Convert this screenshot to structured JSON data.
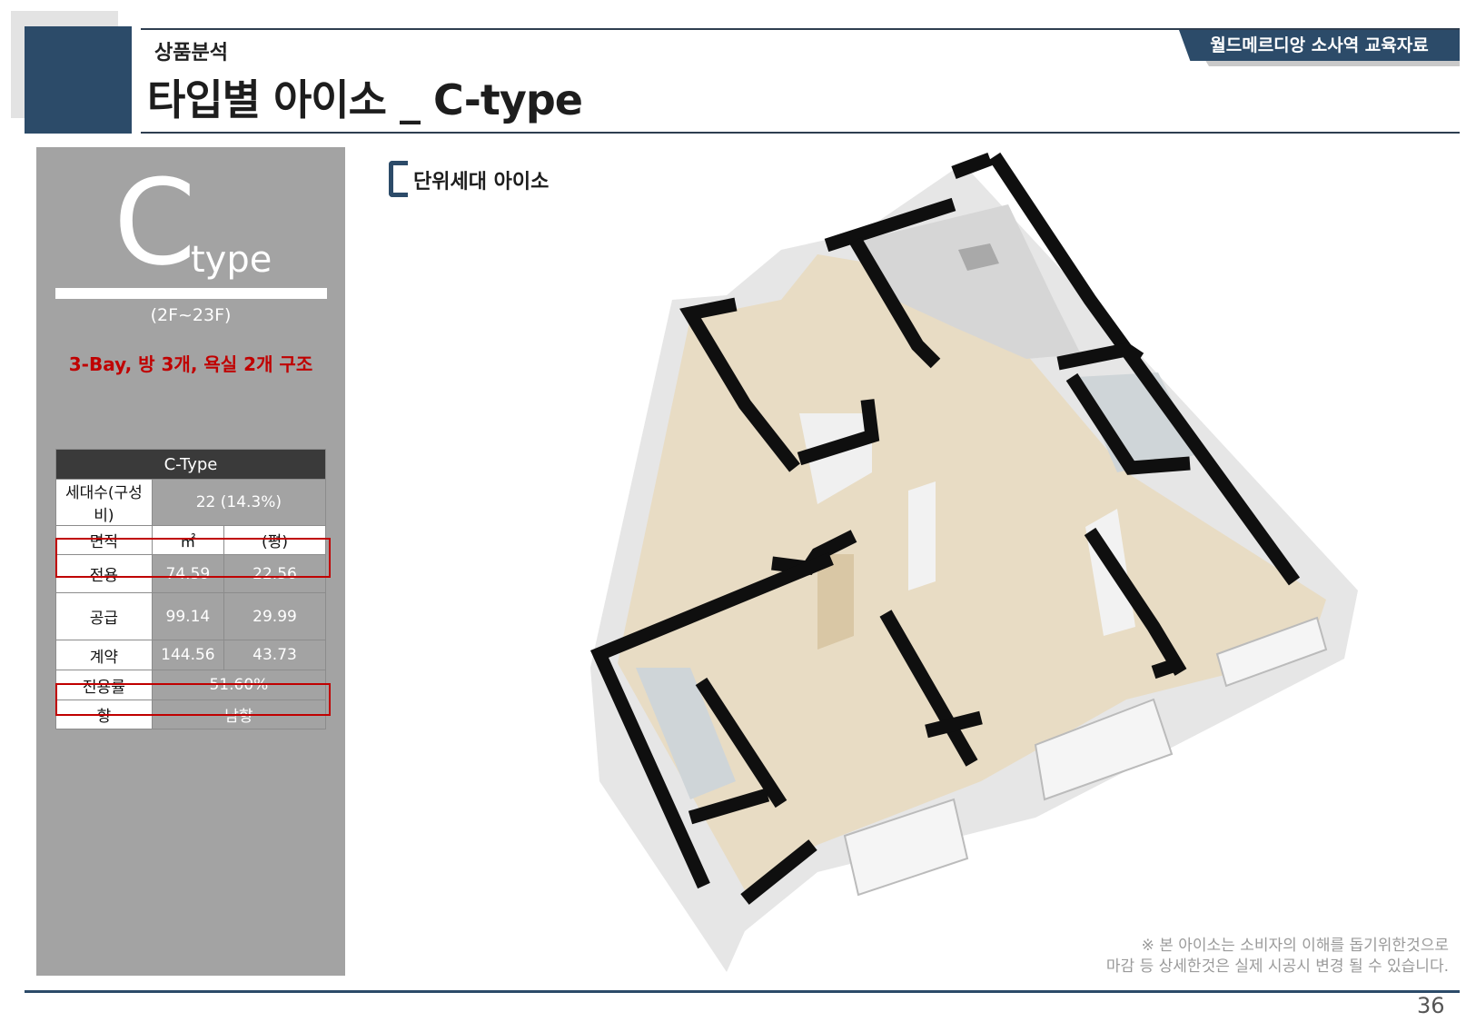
{
  "header": {
    "subtitle": "상품분석",
    "title": "타입별 아이소 _ C-type",
    "tag": "월드메르디앙 소사역 교육자료"
  },
  "type_panel": {
    "letter": "C",
    "word": "type",
    "floors": "(2F~23F)",
    "description": "3-Bay, 방 3개, 욕실 2개 구조"
  },
  "table": {
    "header": "C-Type",
    "rows": [
      {
        "label": "세대수(구성비)",
        "value": "22 (14.3%)"
      },
      {
        "label": "면적",
        "unit1": "㎡",
        "unit2": "(평)"
      },
      {
        "label": "전용",
        "v1": "74.59",
        "v2": "22.56"
      },
      {
        "label": "공급",
        "v1": "99.14",
        "v2": "29.99"
      },
      {
        "label": "계약",
        "v1": "144.56",
        "v2": "43.73"
      },
      {
        "label": "전용률",
        "value": "51.60%"
      },
      {
        "label": "향",
        "value": "남향"
      }
    ]
  },
  "section_label": "단위세대 아이소",
  "note": {
    "line1": "※ 본 아이소는 소비자의 이해를 돕기위한것으로",
    "line2": "마감 등 상세한것은 실제 시공시 변경 될 수 있습니다."
  },
  "page_number": "36",
  "colors": {
    "navy": "#2c4b69",
    "panel_gray": "#a3a3a3",
    "highlight_red": "#c00000"
  }
}
